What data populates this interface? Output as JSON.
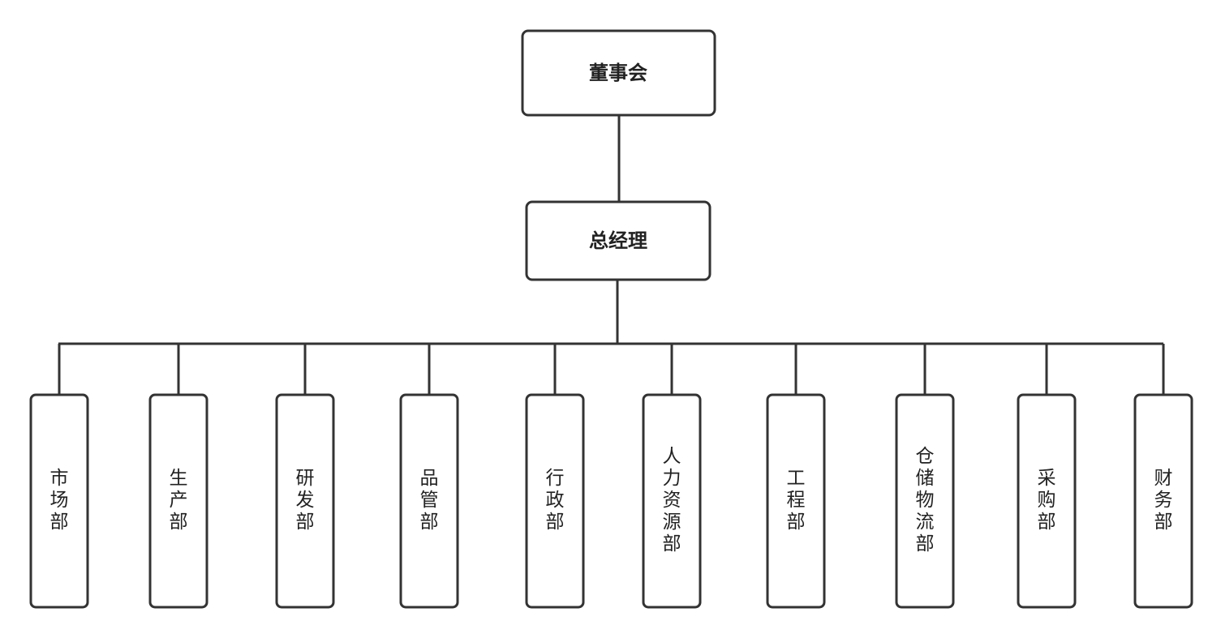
{
  "board": {
    "label": "董事会"
  },
  "gm": {
    "label": "总经理"
  },
  "departments": [
    {
      "id": "market",
      "label": "市场部"
    },
    {
      "id": "production",
      "label": "生产部"
    },
    {
      "id": "rnd",
      "label": "研发部"
    },
    {
      "id": "quality",
      "label": "品管部"
    },
    {
      "id": "admin",
      "label": "行政部"
    },
    {
      "id": "hr",
      "label": "人力资源部"
    },
    {
      "id": "engineering",
      "label": "工程部"
    },
    {
      "id": "warehouse",
      "label": "仓储物流部"
    },
    {
      "id": "purchasing",
      "label": "采购部"
    },
    {
      "id": "finance",
      "label": "财务部"
    }
  ]
}
